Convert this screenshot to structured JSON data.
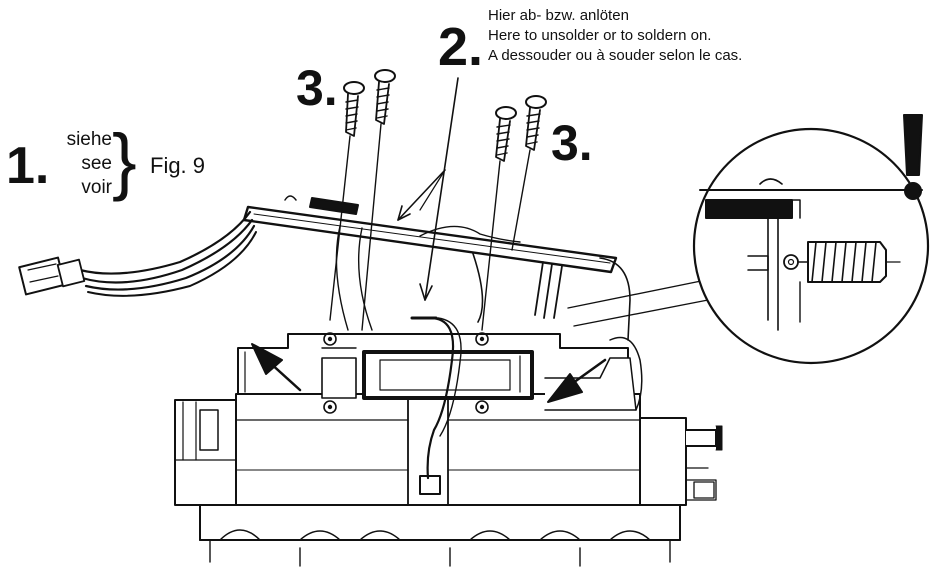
{
  "step1": {
    "number": "1.",
    "words": [
      "siehe",
      "see",
      "voir"
    ],
    "brace": "}",
    "reference": "Fig. 9"
  },
  "step2": {
    "number": "2.",
    "lines": [
      "Hier ab- bzw. anlöten",
      "Here to unsolder or to soldern on.",
      "A dessouder ou à souder selon le cas."
    ]
  },
  "step3": {
    "number_left": "3.",
    "number_right": "3."
  },
  "warning": {
    "symbol": "exclamation-mark",
    "color": "#111111"
  },
  "colors": {
    "ink": "#111111",
    "paper": "#ffffff"
  }
}
